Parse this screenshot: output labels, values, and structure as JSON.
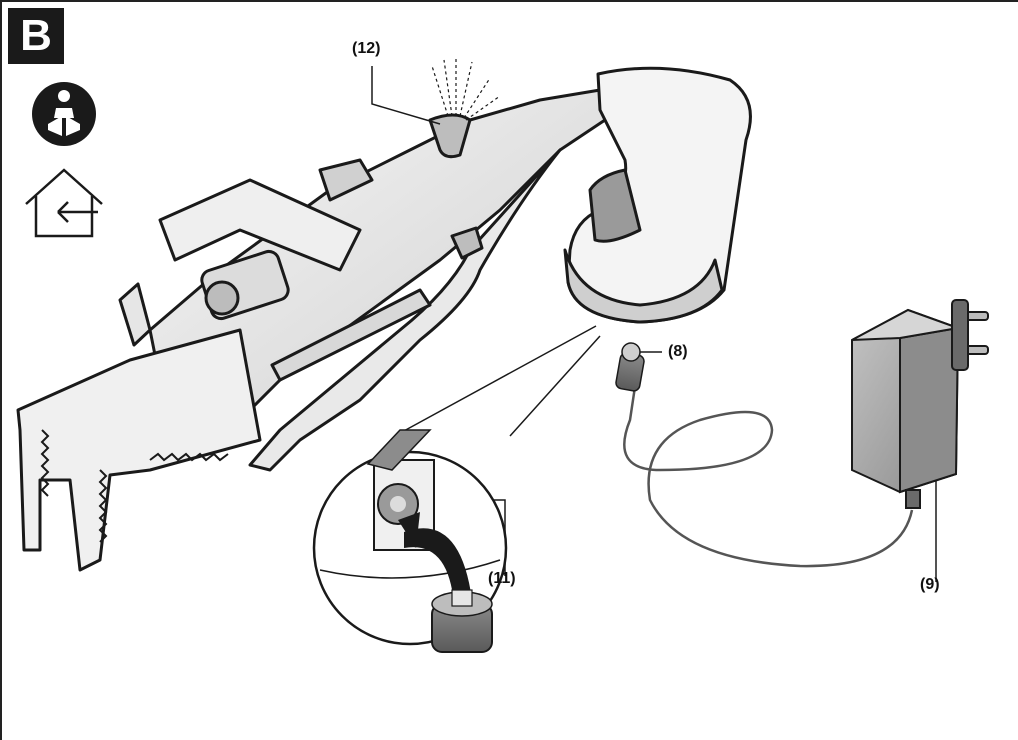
{
  "figure": {
    "badge": "B",
    "callouts": {
      "c12": "(12)",
      "c8": "(8)",
      "c11": "(11)",
      "c9": "(9)"
    }
  },
  "icons": {
    "manual": "read-manual-icon",
    "indoor": "indoor-use-only-icon"
  },
  "colors": {
    "outline": "#1a1a1a",
    "body_light": "#f4f4f4",
    "body_mid": "#d9d9d9",
    "body_dark": "#9a9a9a",
    "charger": "#a9a9a9",
    "charger_dark": "#7a7a7a",
    "cable": "#6a6a6a"
  }
}
